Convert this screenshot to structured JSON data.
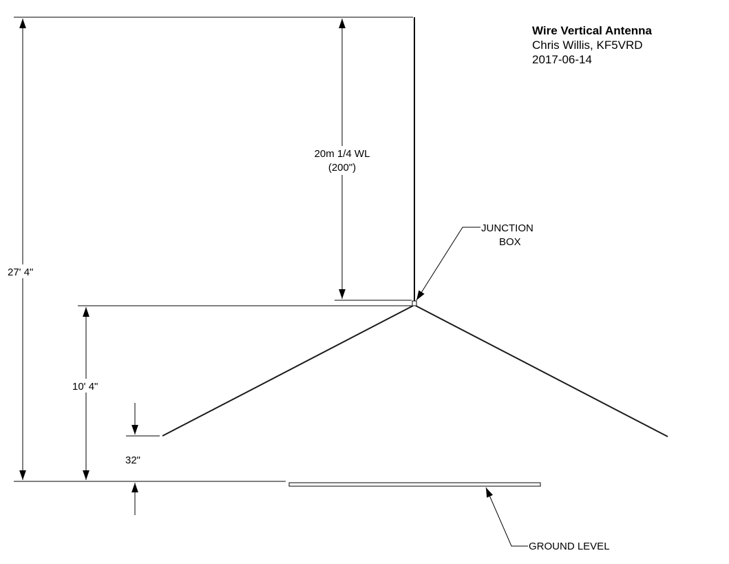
{
  "title_block": {
    "title": "Wire Vertical Antenna",
    "author": "Chris Willis, KF5VRD",
    "date": "2017-06-14"
  },
  "dimensions": {
    "total_height": "27' 4\"",
    "element_line1": "20m 1/4 WL",
    "element_line2": "(200\")",
    "feed_height": "10' 4\"",
    "radial_end_height": "32\""
  },
  "callouts": {
    "junction_line1": "JUNCTION",
    "junction_line2": "BOX",
    "ground": "GROUND LEVEL"
  }
}
